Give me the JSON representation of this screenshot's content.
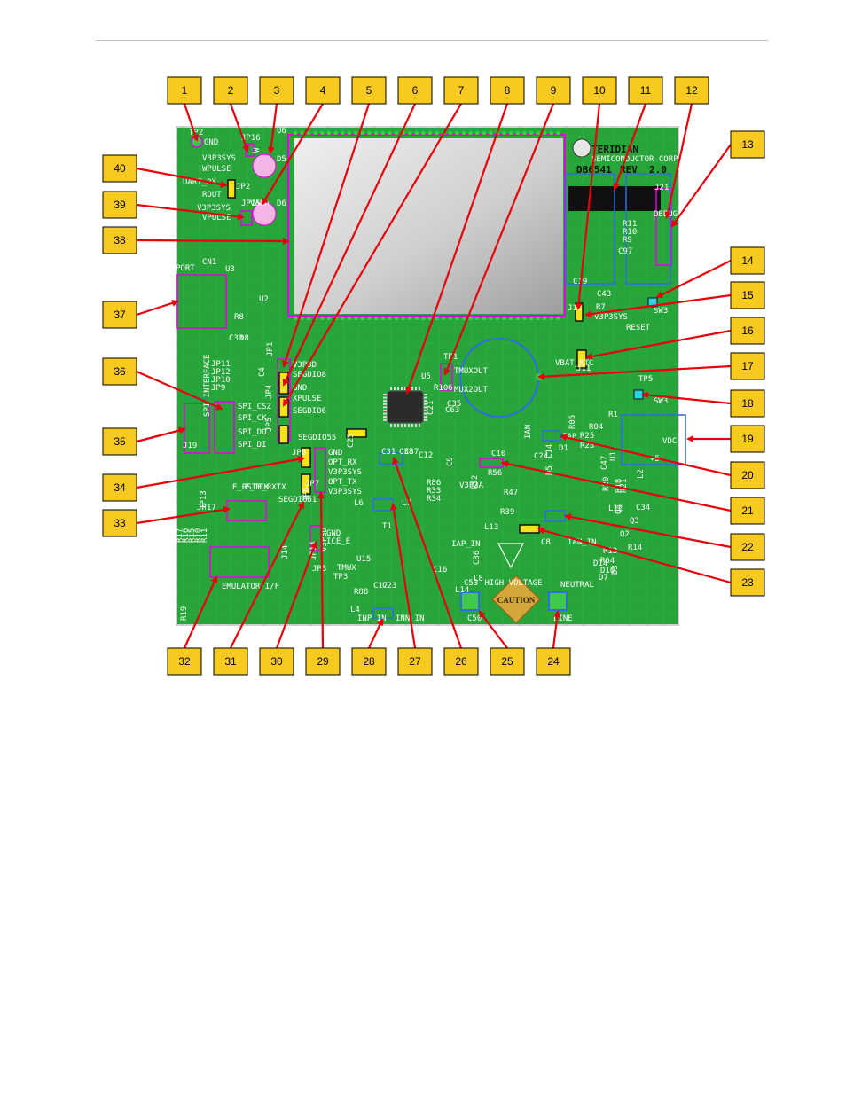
{
  "board": {
    "company": "TERIDIAN",
    "company_sub": "SEMICONDUCTOR CORP",
    "board_name": "DB6541",
    "rev": "REV",
    "rev_num": "2.0",
    "caution": "CAUTION",
    "high_voltage": "HIGH VOLTAGE"
  },
  "silkscreen": [
    "TP2",
    "GND",
    "V3P3SYS",
    "WPULSE",
    "JP16",
    "W",
    "D5",
    "U6",
    "UART_RX",
    "ROUT",
    "JP2",
    "V3P3SYS",
    "VPULSE",
    "JP15",
    "VARh",
    "D6",
    "USB",
    "PORT",
    "CN1",
    "U3",
    "U2",
    "C33",
    "R8",
    "D8",
    "JP11",
    "JP12",
    "JP10",
    "JP9",
    "SPI_CSZ",
    "SPI_CK",
    "SPI_DO",
    "SPI_DI",
    "SPI INTERFACE",
    "J19",
    "V3P3D",
    "SEGDIO8",
    "GND",
    "XPULSE",
    "SEGDIO6",
    "JP1",
    "C4",
    "JP4",
    "JP5",
    "SEGDIO55",
    "C25",
    "JP8",
    "JP7",
    "GND",
    "OPT_RX",
    "V3P3SYS",
    "OPT_TX",
    "V3P3SYS",
    "SEGDIO51",
    "JP6",
    "E_RST",
    "E_TCK",
    "E_RXTX",
    "JP17",
    "JP13",
    "JP14",
    "R17",
    "R16",
    "R15",
    "R10",
    "R11",
    "J14",
    "EMULATOR I/F",
    "GND",
    "ICE_E",
    "V3P3D",
    "JP3",
    "TMUX",
    "TP3",
    "U5",
    "R88",
    "L4",
    "INP_IN",
    "C17",
    "C23",
    "INN_IN",
    "C37",
    "C12",
    "R86",
    "R33",
    "R34",
    "L6",
    "L7",
    "T1",
    "C31",
    "C38",
    "C35",
    "U15",
    "TMUXOUT",
    "MUX2OUT",
    "R106",
    "TP1",
    "C63",
    "C19",
    "C43",
    "J12",
    "V3P3SYS",
    "R7",
    "VBAT_RTC",
    "J11",
    "SW3",
    "TP5",
    "R1",
    "R05",
    "R04",
    "VDC",
    "+5",
    "C53",
    "R11",
    "R10",
    "R9",
    "C97",
    "DEBUG",
    "J21",
    "C21",
    "SW3",
    "RESET",
    "IAN",
    "IAP",
    "R25",
    "R23",
    "D1",
    "C14",
    "C24",
    "C10",
    "R56",
    "C9",
    "V3P3A",
    "R32",
    "R39",
    "R47",
    "L13",
    "R64",
    "C8",
    "IAN_IN",
    "IAP_IN",
    "C36",
    "L8",
    "L14",
    "C16",
    "C50",
    "LINE",
    "NEUTRAL",
    "L12",
    "Q2",
    "Q3",
    "Q4",
    "C34",
    "D14",
    "D3",
    "D7",
    "D10",
    "R13",
    "R14",
    "D5",
    "C47",
    "L2",
    "U1",
    "R21",
    "R20",
    "R18",
    "R19"
  ],
  "callouts": [
    "1",
    "2",
    "3",
    "4",
    "5",
    "6",
    "7",
    "8",
    "9",
    "10",
    "11",
    "12",
    "13",
    "14",
    "15",
    "16",
    "17",
    "18",
    "19",
    "20",
    "21",
    "22",
    "23",
    "24",
    "25",
    "26",
    "27",
    "28",
    "29",
    "30",
    "31",
    "32",
    "33",
    "34",
    "35",
    "36",
    "37",
    "38",
    "39",
    "40"
  ],
  "colors": {
    "pcb": "#27a43a",
    "pcb_dark": "#1b8a2c",
    "pad": "#3fc94b",
    "silk": "#ffffff",
    "jumper": "#f6e21a",
    "magenta": "#e600e6",
    "blue": "#2f6de0",
    "callout_fill": "#f8c91e",
    "arrow": "#e8000b",
    "lcd_light": "#e8e8e8",
    "lcd_dark": "#a6a6a6"
  }
}
